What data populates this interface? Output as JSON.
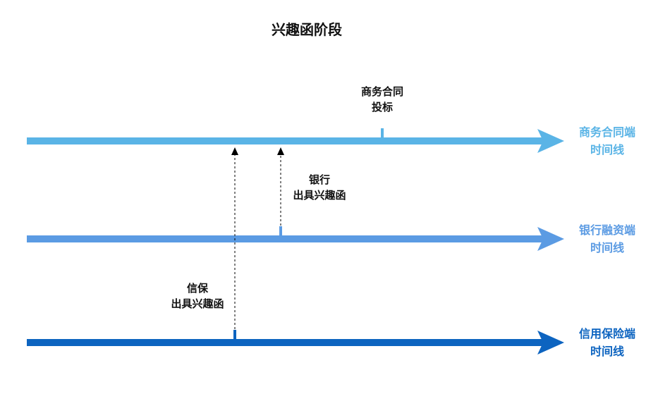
{
  "title": "兴趣函阶段",
  "timelines": [
    {
      "name_line1": "商务合同端",
      "name_line2": "时间线",
      "color": "#5ab4e6"
    },
    {
      "name_line1": "银行融资端",
      "name_line2": "时间线",
      "color": "#5b9be3"
    },
    {
      "name_line1": "信用保险端",
      "name_line2": "时间线",
      "color": "#0d64c0"
    }
  ],
  "events": [
    {
      "line1": "商务合同",
      "line2": "投标"
    },
    {
      "line1": "银行",
      "line2": "出具兴趣函"
    },
    {
      "line1": "信保",
      "line2": "出具兴趣函"
    }
  ]
}
